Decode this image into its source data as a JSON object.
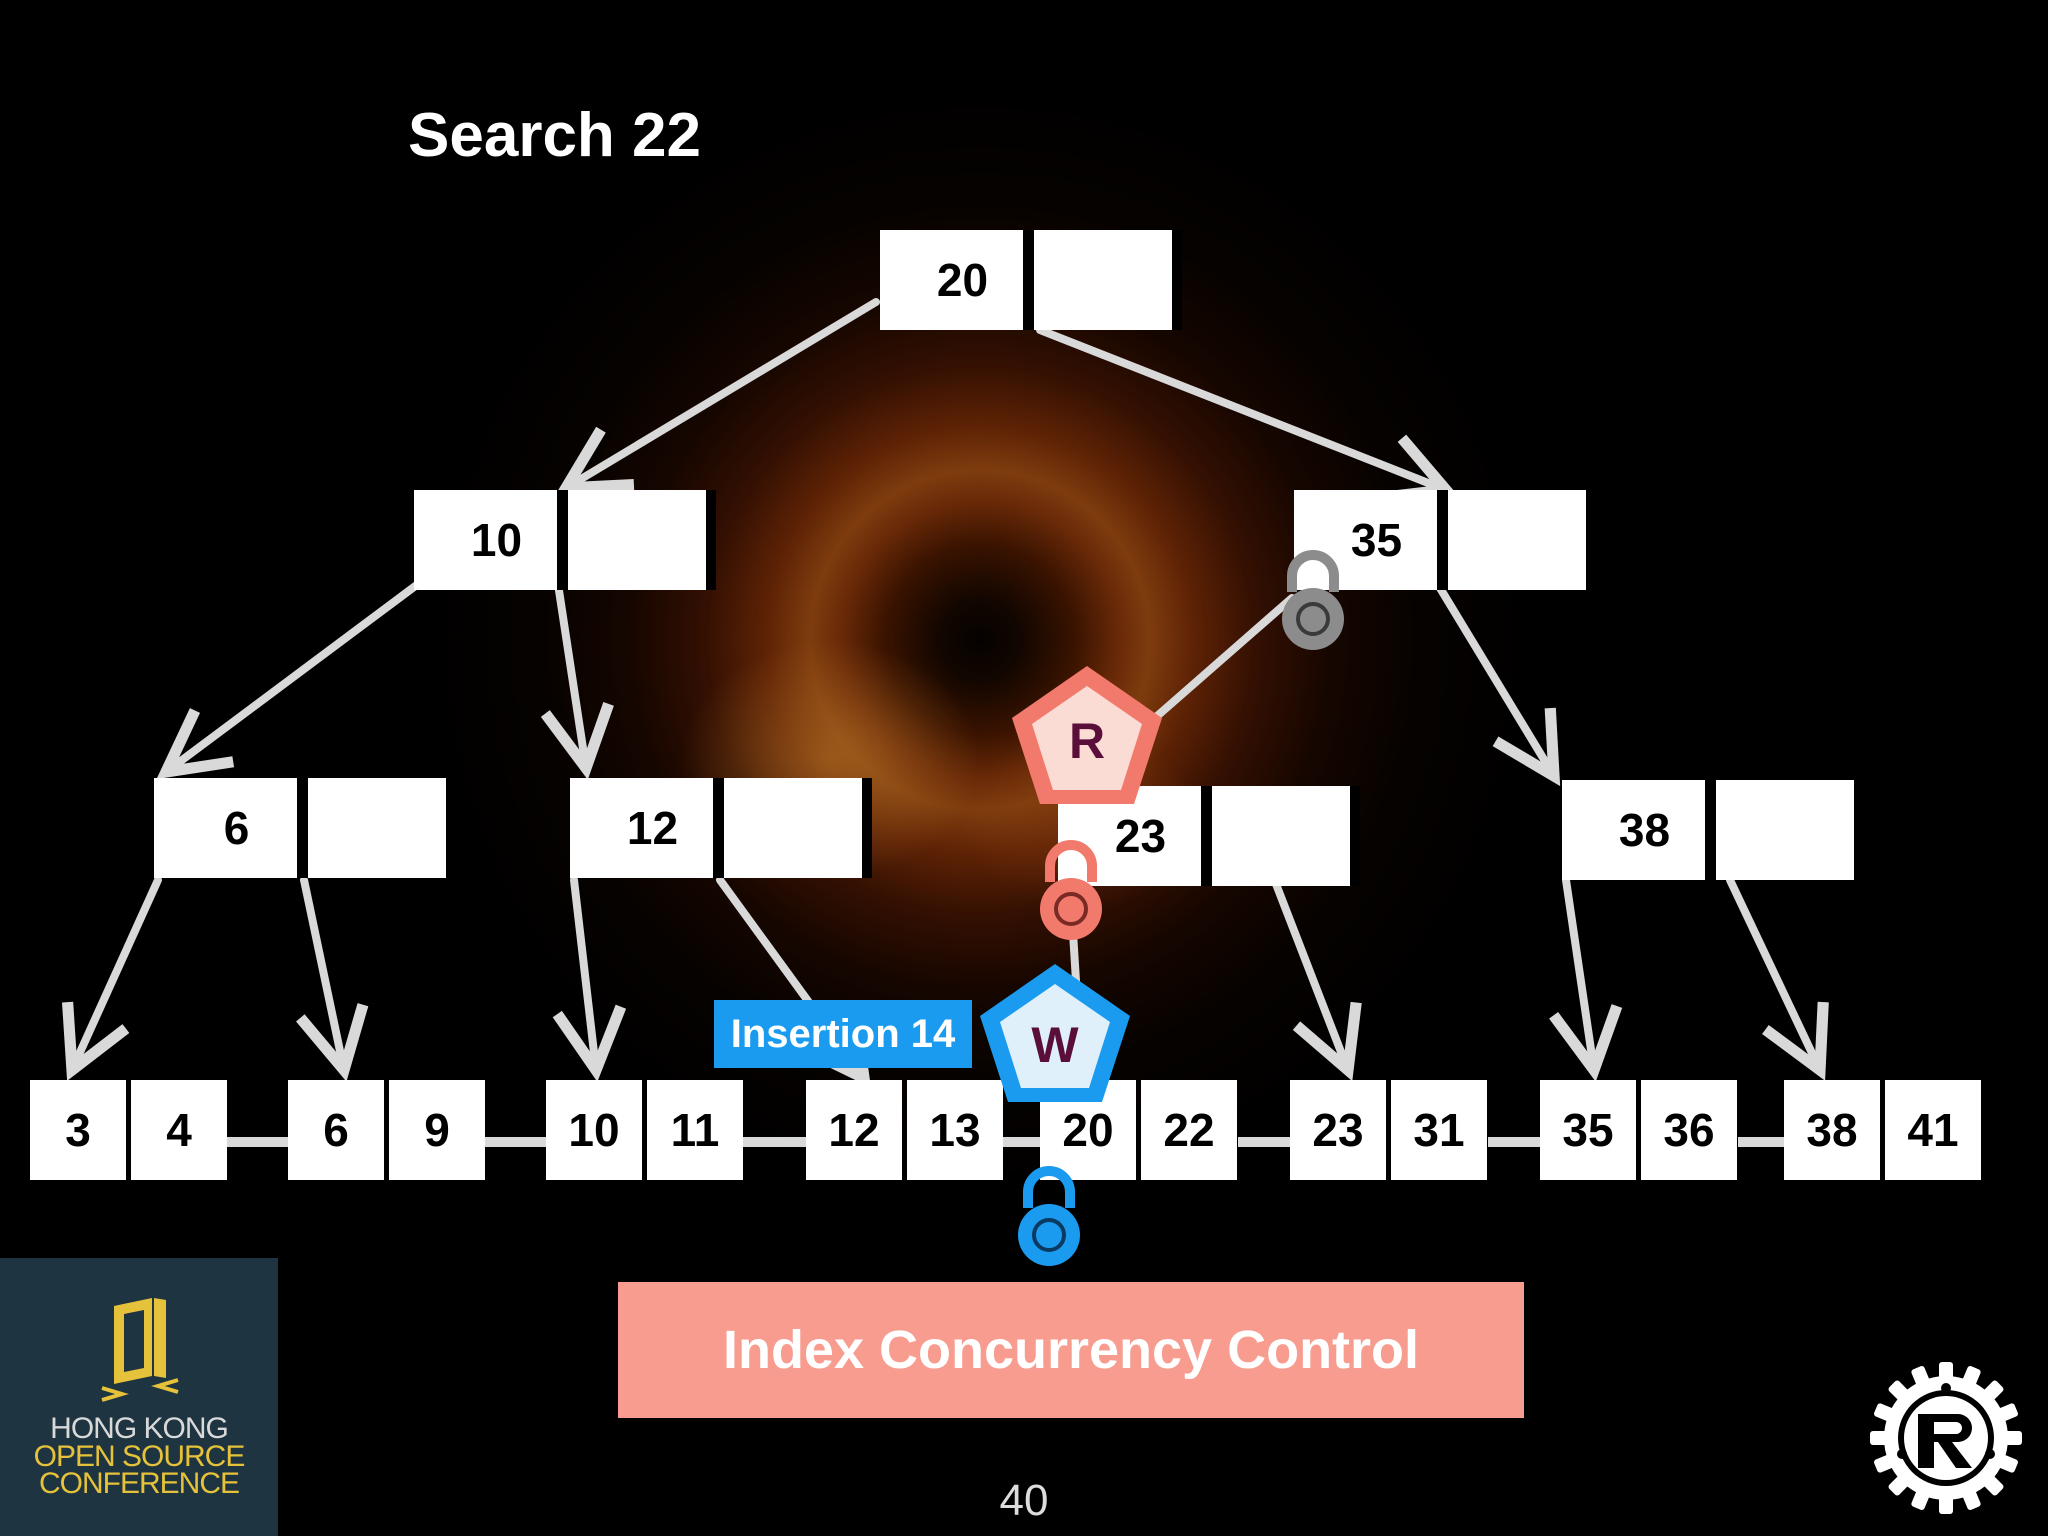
{
  "slide": {
    "title": "Search 22",
    "page_number": "40"
  },
  "tree": {
    "root": {
      "keys": [
        "20",
        ""
      ]
    },
    "level1": [
      {
        "keys": [
          "10",
          ""
        ]
      },
      {
        "keys": [
          "35",
          ""
        ]
      }
    ],
    "level2": [
      {
        "keys": [
          "6",
          ""
        ]
      },
      {
        "keys": [
          "12",
          ""
        ]
      },
      {
        "keys": [
          "23",
          ""
        ]
      },
      {
        "keys": [
          "38",
          ""
        ]
      }
    ],
    "leaves": [
      {
        "keys": [
          "3",
          "4"
        ]
      },
      {
        "keys": [
          "6",
          "9"
        ]
      },
      {
        "keys": [
          "10",
          "11"
        ]
      },
      {
        "keys": [
          "12",
          "13"
        ]
      },
      {
        "keys": [
          "20",
          "22"
        ]
      },
      {
        "keys": [
          "23",
          "31"
        ]
      },
      {
        "keys": [
          "35",
          "36"
        ]
      },
      {
        "keys": [
          "38",
          "41"
        ]
      }
    ]
  },
  "latches": {
    "read_label": "R",
    "write_label": "W",
    "read_color": "#f27a6c",
    "write_color": "#1a9bf0",
    "released_color": "#8c8c8c"
  },
  "insertion_badge": "Insertion 14",
  "banner": "Index Concurrency Control",
  "conference_logo": {
    "line1": "HONG KONG",
    "line2": "OPEN SOURCE",
    "line3": "CONFERENCE",
    "background": "#1e3440",
    "accent": "#e6c23a"
  },
  "icons": [
    "lock-icon",
    "rust-logo-icon",
    "hkosc-door-icon"
  ]
}
